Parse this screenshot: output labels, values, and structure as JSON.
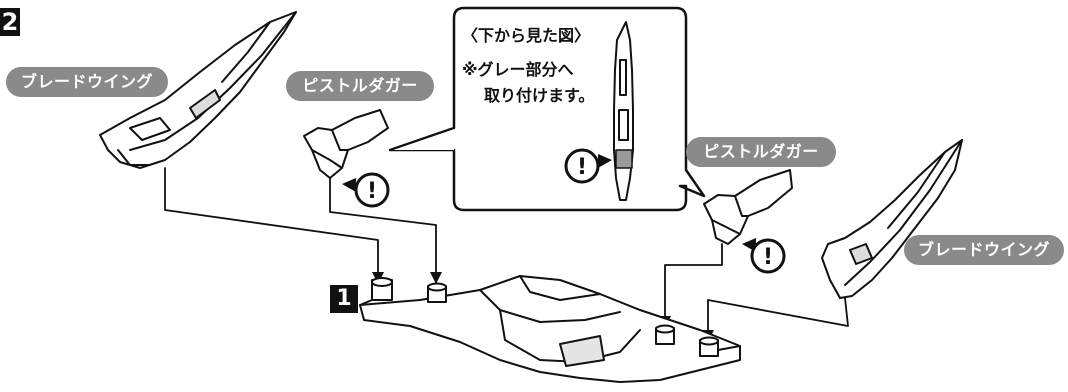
{
  "steps": {
    "main": "2",
    "base": "1"
  },
  "labels": {
    "left_wing": "ブレードウイング",
    "left_dagger": "ピストルダガー",
    "right_dagger": "ピストルダガー",
    "right_wing": "ブレードウイング"
  },
  "callout": {
    "title": "〈下から見た図〉",
    "note_line1": "※グレー部分へ",
    "note_line2": "取り付けます。"
  },
  "warning_glyph": "!",
  "colors": {
    "label_bg": "#8a8a8a",
    "highlight_grey": "#9a9a9a",
    "ink": "#111111"
  }
}
